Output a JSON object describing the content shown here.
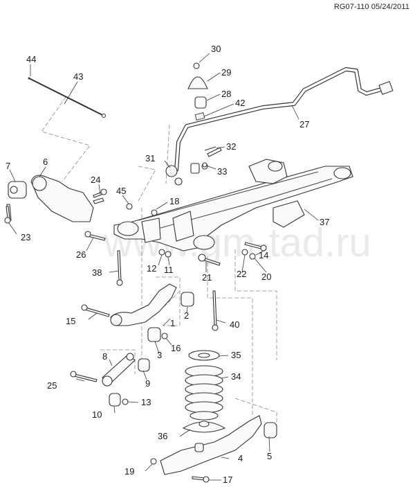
{
  "header": {
    "diagram_code": "RG07-110 05/24/2011"
  },
  "watermark": "www.gm-tad.ru",
  "callouts": [
    {
      "id": "1",
      "label": "1"
    },
    {
      "id": "2",
      "label": "2"
    },
    {
      "id": "3",
      "label": "3"
    },
    {
      "id": "4",
      "label": "4"
    },
    {
      "id": "5",
      "label": "5"
    },
    {
      "id": "6",
      "label": "6"
    },
    {
      "id": "7",
      "label": "7"
    },
    {
      "id": "8",
      "label": "8"
    },
    {
      "id": "9",
      "label": "9"
    },
    {
      "id": "10",
      "label": "10"
    },
    {
      "id": "11",
      "label": "11"
    },
    {
      "id": "12",
      "label": "12"
    },
    {
      "id": "13",
      "label": "13"
    },
    {
      "id": "14",
      "label": "14"
    },
    {
      "id": "15",
      "label": "15"
    },
    {
      "id": "16",
      "label": "16"
    },
    {
      "id": "17",
      "label": "17"
    },
    {
      "id": "18",
      "label": "18"
    },
    {
      "id": "19",
      "label": "19"
    },
    {
      "id": "20",
      "label": "20"
    },
    {
      "id": "21",
      "label": "21"
    },
    {
      "id": "22",
      "label": "22"
    },
    {
      "id": "23",
      "label": "23"
    },
    {
      "id": "24",
      "label": "24"
    },
    {
      "id": "25",
      "label": "25"
    },
    {
      "id": "26",
      "label": "26"
    },
    {
      "id": "27",
      "label": "27"
    },
    {
      "id": "28",
      "label": "28"
    },
    {
      "id": "29",
      "label": "29"
    },
    {
      "id": "30",
      "label": "30"
    },
    {
      "id": "31",
      "label": "31"
    },
    {
      "id": "32",
      "label": "32"
    },
    {
      "id": "33",
      "label": "33"
    },
    {
      "id": "34",
      "label": "34"
    },
    {
      "id": "35",
      "label": "35"
    },
    {
      "id": "36",
      "label": "36"
    },
    {
      "id": "37",
      "label": "37"
    },
    {
      "id": "38",
      "label": "38"
    },
    {
      "id": "40",
      "label": "40"
    },
    {
      "id": "42",
      "label": "42"
    },
    {
      "id": "43",
      "label": "43"
    },
    {
      "id": "44",
      "label": "44"
    },
    {
      "id": "45",
      "label": "45"
    }
  ]
}
